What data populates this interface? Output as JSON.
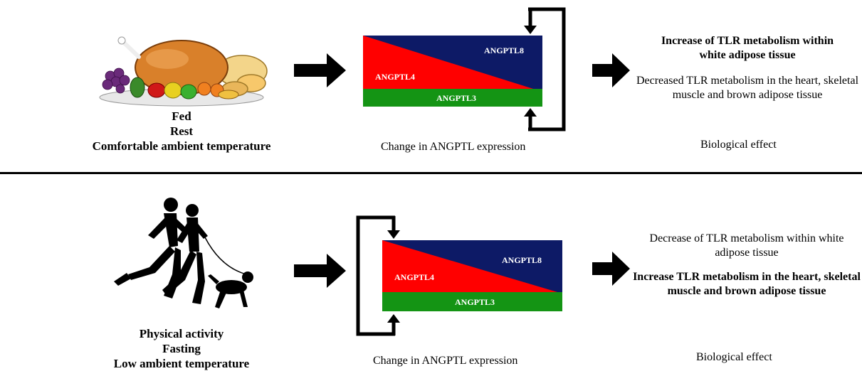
{
  "top": {
    "conditions": [
      "Fed",
      "Rest",
      "Comfortable ambient temperature"
    ],
    "caption": "Change in ANGPTL expression",
    "labels": {
      "angptl8": "ANGPTL8",
      "angptl4": "ANGPTL4",
      "angptl3": "ANGPTL3"
    },
    "effect": {
      "primary": "Increase of TLR metabolism within white adipose tissue",
      "secondary": "Decreased TLR metabolism in the heart, skeletal muscle and brown adipose tissue",
      "label": "Biological effect"
    }
  },
  "bottom": {
    "conditions": [
      "Physical activity",
      "Fasting",
      "Low ambient temperature"
    ],
    "caption": "Change in ANGPTL expression",
    "labels": {
      "angptl8": "ANGPTL8",
      "angptl4": "ANGPTL4",
      "angptl3": "ANGPTL3"
    },
    "effect": {
      "primary": "Decrease of TLR metabolism within white adipose tissue",
      "secondary": "Increase TLR metabolism in the heart, skeletal muscle and brown adipose tissue",
      "label": "Biological effect"
    }
  },
  "colors": {
    "angptl8": "#0d1a66",
    "angptl4": "#ff0000",
    "angptl3": "#149414",
    "arrow": "#000000"
  },
  "icons": {
    "top_image": "food-platter-icon",
    "bottom_image": "runners-with-dog-icon"
  }
}
